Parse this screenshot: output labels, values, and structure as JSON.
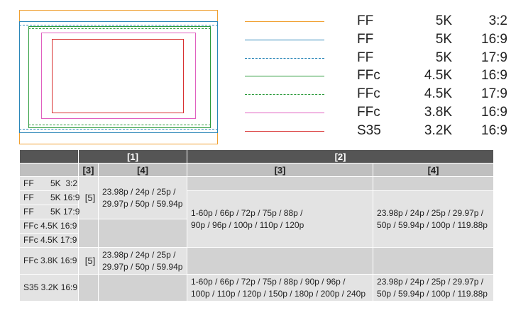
{
  "legend": [
    {
      "format": "FF",
      "resolution": "5K",
      "aspect": "3:2",
      "color": "#f0a030",
      "dashed": false
    },
    {
      "format": "FF",
      "resolution": "5K",
      "aspect": "16:9",
      "color": "#2a86b8",
      "dashed": false
    },
    {
      "format": "FF",
      "resolution": "5K",
      "aspect": "17:9",
      "color": "#2a86b8",
      "dashed": true
    },
    {
      "format": "FFc",
      "resolution": "4.5K",
      "aspect": "16:9",
      "color": "#2a9a3a",
      "dashed": false
    },
    {
      "format": "FFc",
      "resolution": "4.5K",
      "aspect": "17:9",
      "color": "#2a9a3a",
      "dashed": true
    },
    {
      "format": "FFc",
      "resolution": "3.8K",
      "aspect": "16:9",
      "color": "#e060c0",
      "dashed": false
    },
    {
      "format": "S35",
      "resolution": "3.2K",
      "aspect": "16:9",
      "color": "#d83030",
      "dashed": false
    }
  ],
  "table": {
    "header1": {
      "col1": "[1]",
      "col2": "[2]"
    },
    "header2": {
      "sub3": "[3]",
      "sub4": "[4]"
    },
    "rows": {
      "r1": "FF       5K  3:2",
      "r2": "FF       5K 16:9",
      "r3": "FF       5K 17:9",
      "r4": "FFc 4.5K 16:9",
      "r5": "FFc 4.5K 17:9",
      "r6": "FFc 3.8K 16:9",
      "r7": "S35 3.2K 16:9"
    },
    "marker5": "[5]",
    "rates_a_line1": "23.98p / 24p / 25p /",
    "rates_a_line2": "29.97p / 50p / 59.94p",
    "rates_b_line1": "1-60p / 66p / 72p / 75p / 88p /",
    "rates_b_line2": "90p / 96p / 100p / 110p / 120p",
    "rates_c_line1": "23.98p / 24p / 25p / 29.97p /",
    "rates_c_line2": "50p / 59.94p / 100p / 119.88p",
    "rates_d_line1": "1-60p / 66p / 72p / 75p / 88p / 90p / 96p /",
    "rates_d_line2": "100p / 110p / 120p / 150p / 180p / 200p / 240p"
  }
}
